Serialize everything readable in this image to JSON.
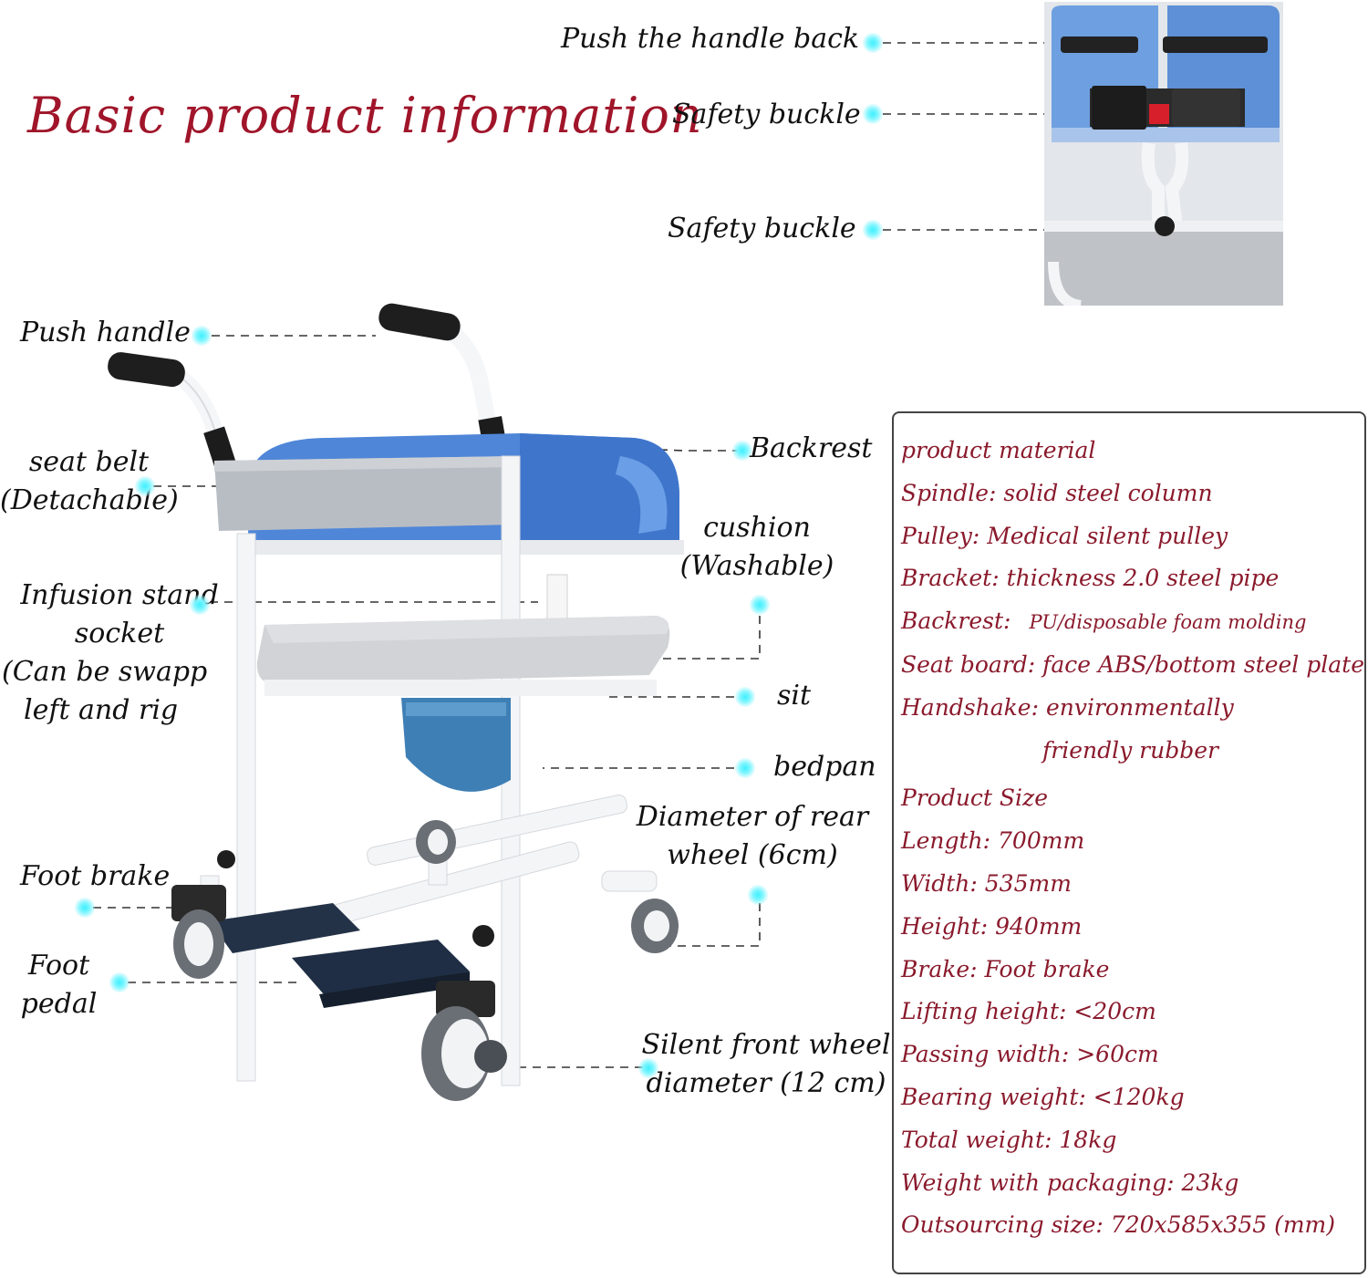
{
  "title": "Basic product information",
  "inset_callouts": {
    "push_handle_back": "Push the handle back",
    "safety_buckle_1": "Safety buckle",
    "safety_buckle_2": "Safety buckle"
  },
  "callouts": {
    "push_handle": "Push handle",
    "seat_belt_1": "seat belt",
    "seat_belt_2": "(Detachable)",
    "infusion_1": "Infusion stand",
    "infusion_2": "socket",
    "infusion_3": "(Can be swapp",
    "infusion_4": "left and rig",
    "foot_brake": "Foot brake",
    "foot_pedal_1": "Foot",
    "foot_pedal_2": "pedal",
    "backrest": "Backrest",
    "cushion_1": "cushion",
    "cushion_2": "(Washable)",
    "sit": "sit",
    "bedpan": "bedpan",
    "rear_wheel_1": "Diameter of rear",
    "rear_wheel_2": "wheel (6cm)",
    "front_wheel_1": "Silent front wheel",
    "front_wheel_2": "diameter (12 cm)"
  },
  "specs": {
    "material_heading": "product material",
    "spindle": "Spindle: solid steel column",
    "pulley": "Pulley: Medical silent pulley",
    "bracket": "Bracket: thickness 2.0 steel pipe",
    "backrest_label": "Backrest:",
    "backrest_value": "PU/disposable foam molding",
    "seat_board": "Seat board: face ABS/bottom steel plate",
    "handshake_1": "Handshake: environmentally",
    "handshake_2": "friendly rubber",
    "size_heading": "Product Size",
    "length": "Length: 700mm",
    "width": "Width: 535mm",
    "height": "Height: 940mm",
    "brake": "Brake: Foot brake",
    "lifting": "Lifting height: <20cm",
    "passing": "Passing width: >60cm",
    "bearing": "Bearing weight: <120kg",
    "total_weight": "Total weight: 18kg",
    "packaging_weight": "Weight with packaging: 23kg",
    "outsourcing": "Outsourcing size: 720x585x355 (mm)"
  },
  "colors": {
    "title": "#a0152a",
    "spec_text": "#8a1a2c",
    "dot": "#3ff0ff",
    "seat_blue": "#4f86d8",
    "frame": "#f2f3f5"
  }
}
